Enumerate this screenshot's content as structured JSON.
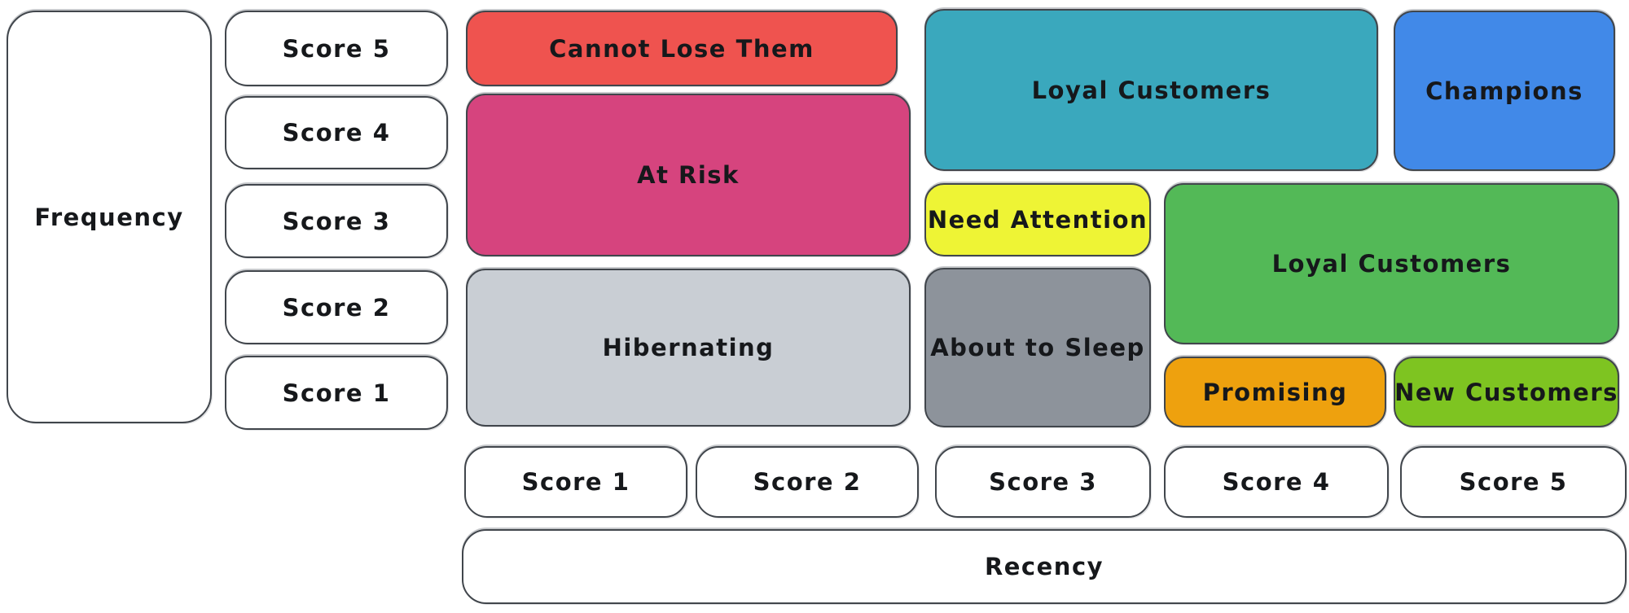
{
  "diagram": {
    "type": "rfm-segmentation-grid",
    "background": "#ffffff",
    "border_color": "#41464c",
    "text_color": "#16181b",
    "axis": {
      "frequency": {
        "label": "Frequency",
        "scores": [
          "Score 5",
          "Score 4",
          "Score 3",
          "Score 2",
          "Score 1"
        ]
      },
      "recency": {
        "label": "Recency",
        "scores": [
          "Score 1",
          "Score 2",
          "Score 3",
          "Score 4",
          "Score 5"
        ]
      }
    },
    "segments": [
      {
        "label": "Cannot Lose Them",
        "color": "#ef534f"
      },
      {
        "label": "At Risk",
        "color": "#d6447e"
      },
      {
        "label": "Hibernating",
        "color": "#c9ced4"
      },
      {
        "label": "Loyal Customers",
        "color": "#3aa8bd"
      },
      {
        "label": "Champions",
        "color": "#4189e8"
      },
      {
        "label": "Need Attention",
        "color": "#eef435"
      },
      {
        "label": "Loyal Customers",
        "color": "#53b957"
      },
      {
        "label": "About to Sleep",
        "color": "#8d939b"
      },
      {
        "label": "Promising",
        "color": "#eea10e"
      },
      {
        "label": "New Customers",
        "color": "#7ec421"
      }
    ]
  }
}
